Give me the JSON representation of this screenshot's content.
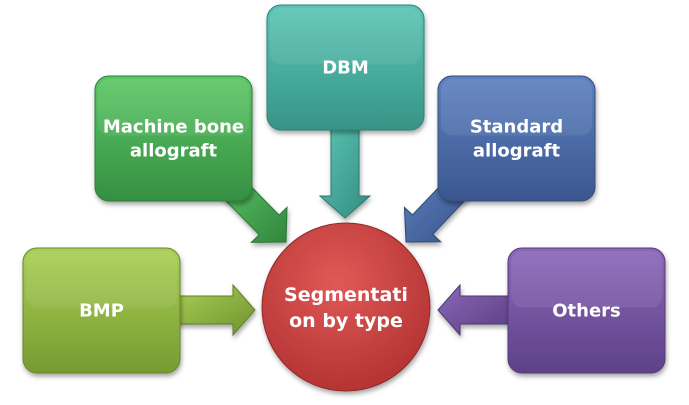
{
  "diagram": {
    "center": {
      "label_lines": [
        "Segmentati",
        "on by type"
      ],
      "color": "#d03a3a",
      "color_light": "#e05a57"
    },
    "nodes": [
      {
        "id": "dbm",
        "label_lines": [
          "DBM"
        ],
        "color": "#3fae9e",
        "color_light": "#5cc5b4",
        "arrow_direction": "down"
      },
      {
        "id": "machine-bone-allograft",
        "label_lines": [
          "Machine bone",
          "allograft"
        ],
        "color": "#3ea84e",
        "color_light": "#5cc766",
        "arrow_direction": "down-right"
      },
      {
        "id": "standard-allograft",
        "label_lines": [
          "Standard",
          "allograft"
        ],
        "color": "#4566a8",
        "color_light": "#5d80c0",
        "arrow_direction": "down-left"
      },
      {
        "id": "bmp",
        "label_lines": [
          "BMP"
        ],
        "color": "#8cb63a",
        "color_light": "#a9cf55",
        "arrow_direction": "right"
      },
      {
        "id": "others",
        "label_lines": [
          "Others"
        ],
        "color": "#6f4ea0",
        "color_light": "#8a67b8",
        "arrow_direction": "left"
      }
    ]
  }
}
